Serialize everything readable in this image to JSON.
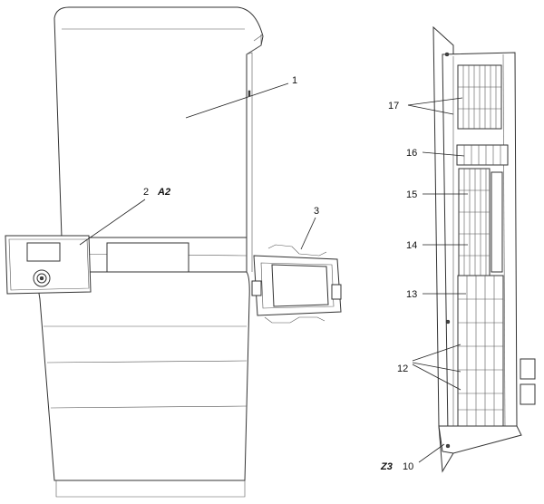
{
  "callouts": {
    "c1": "1",
    "c2": "2",
    "a2": "A2",
    "c3": "3",
    "c17": "17",
    "c16": "16",
    "c15": "15",
    "c14": "14",
    "c13": "13",
    "c12": "12",
    "z3": "Z3",
    "c10": "10"
  },
  "colors": {
    "stroke": "#333333",
    "background": "#ffffff"
  }
}
